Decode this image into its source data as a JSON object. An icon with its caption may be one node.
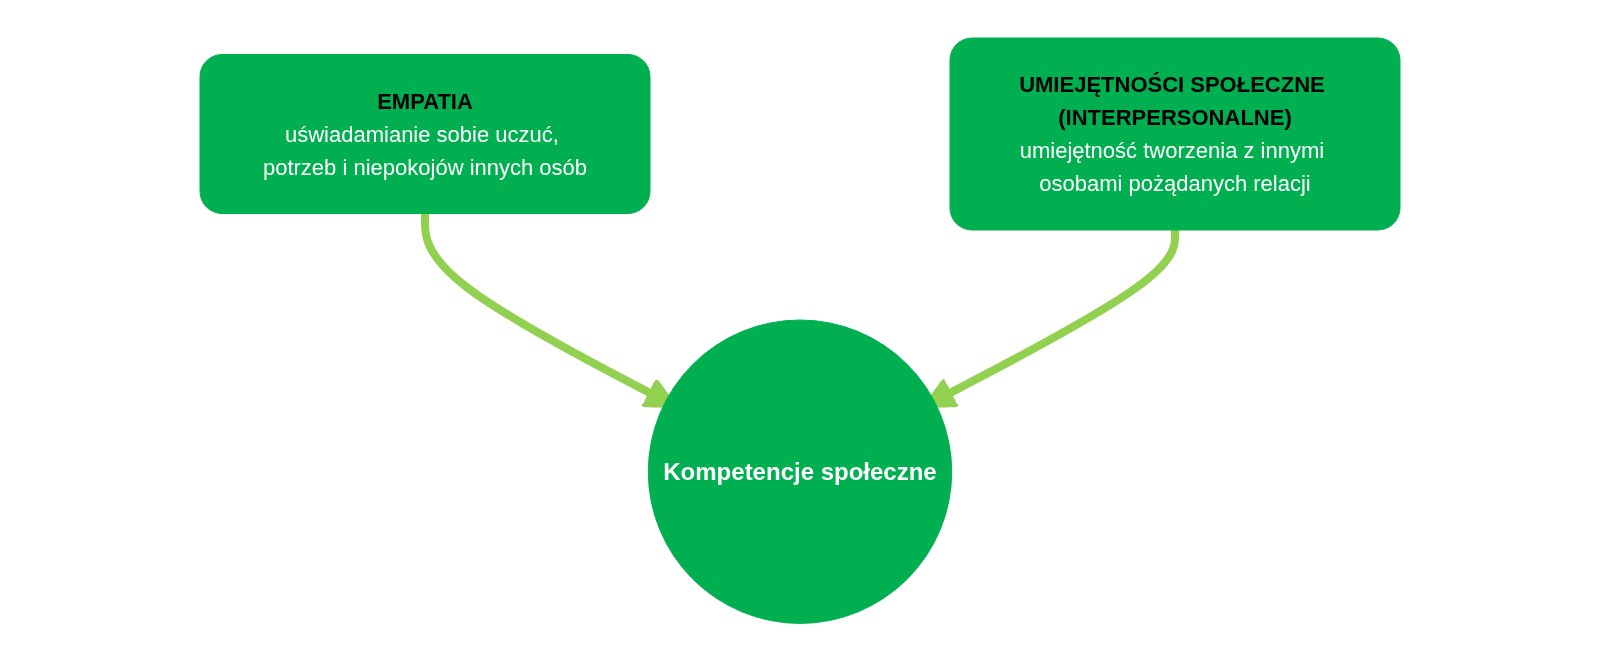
{
  "diagram": {
    "nodes": [
      {
        "text": [
          "EMPATIA",
          "uświadamianie sobie uczuć, potrzeb i niepokojów innych osób"
        ]
      },
      {
        "text": [
          "UMIEJĘTNOŚCI SPOŁECZNE (INTERPERSONALNE)",
          "umiejętność tworzenia z innymi osobami pożądanych relacji"
        ]
      },
      {
        "text": [
          "Kompetencje społeczne"
        ]
      }
    ],
    "edges": [
      {
        "from": 0,
        "to": 2,
        "arrow": "to"
      },
      {
        "from": 1,
        "to": 2,
        "arrow": "to"
      }
    ]
  }
}
